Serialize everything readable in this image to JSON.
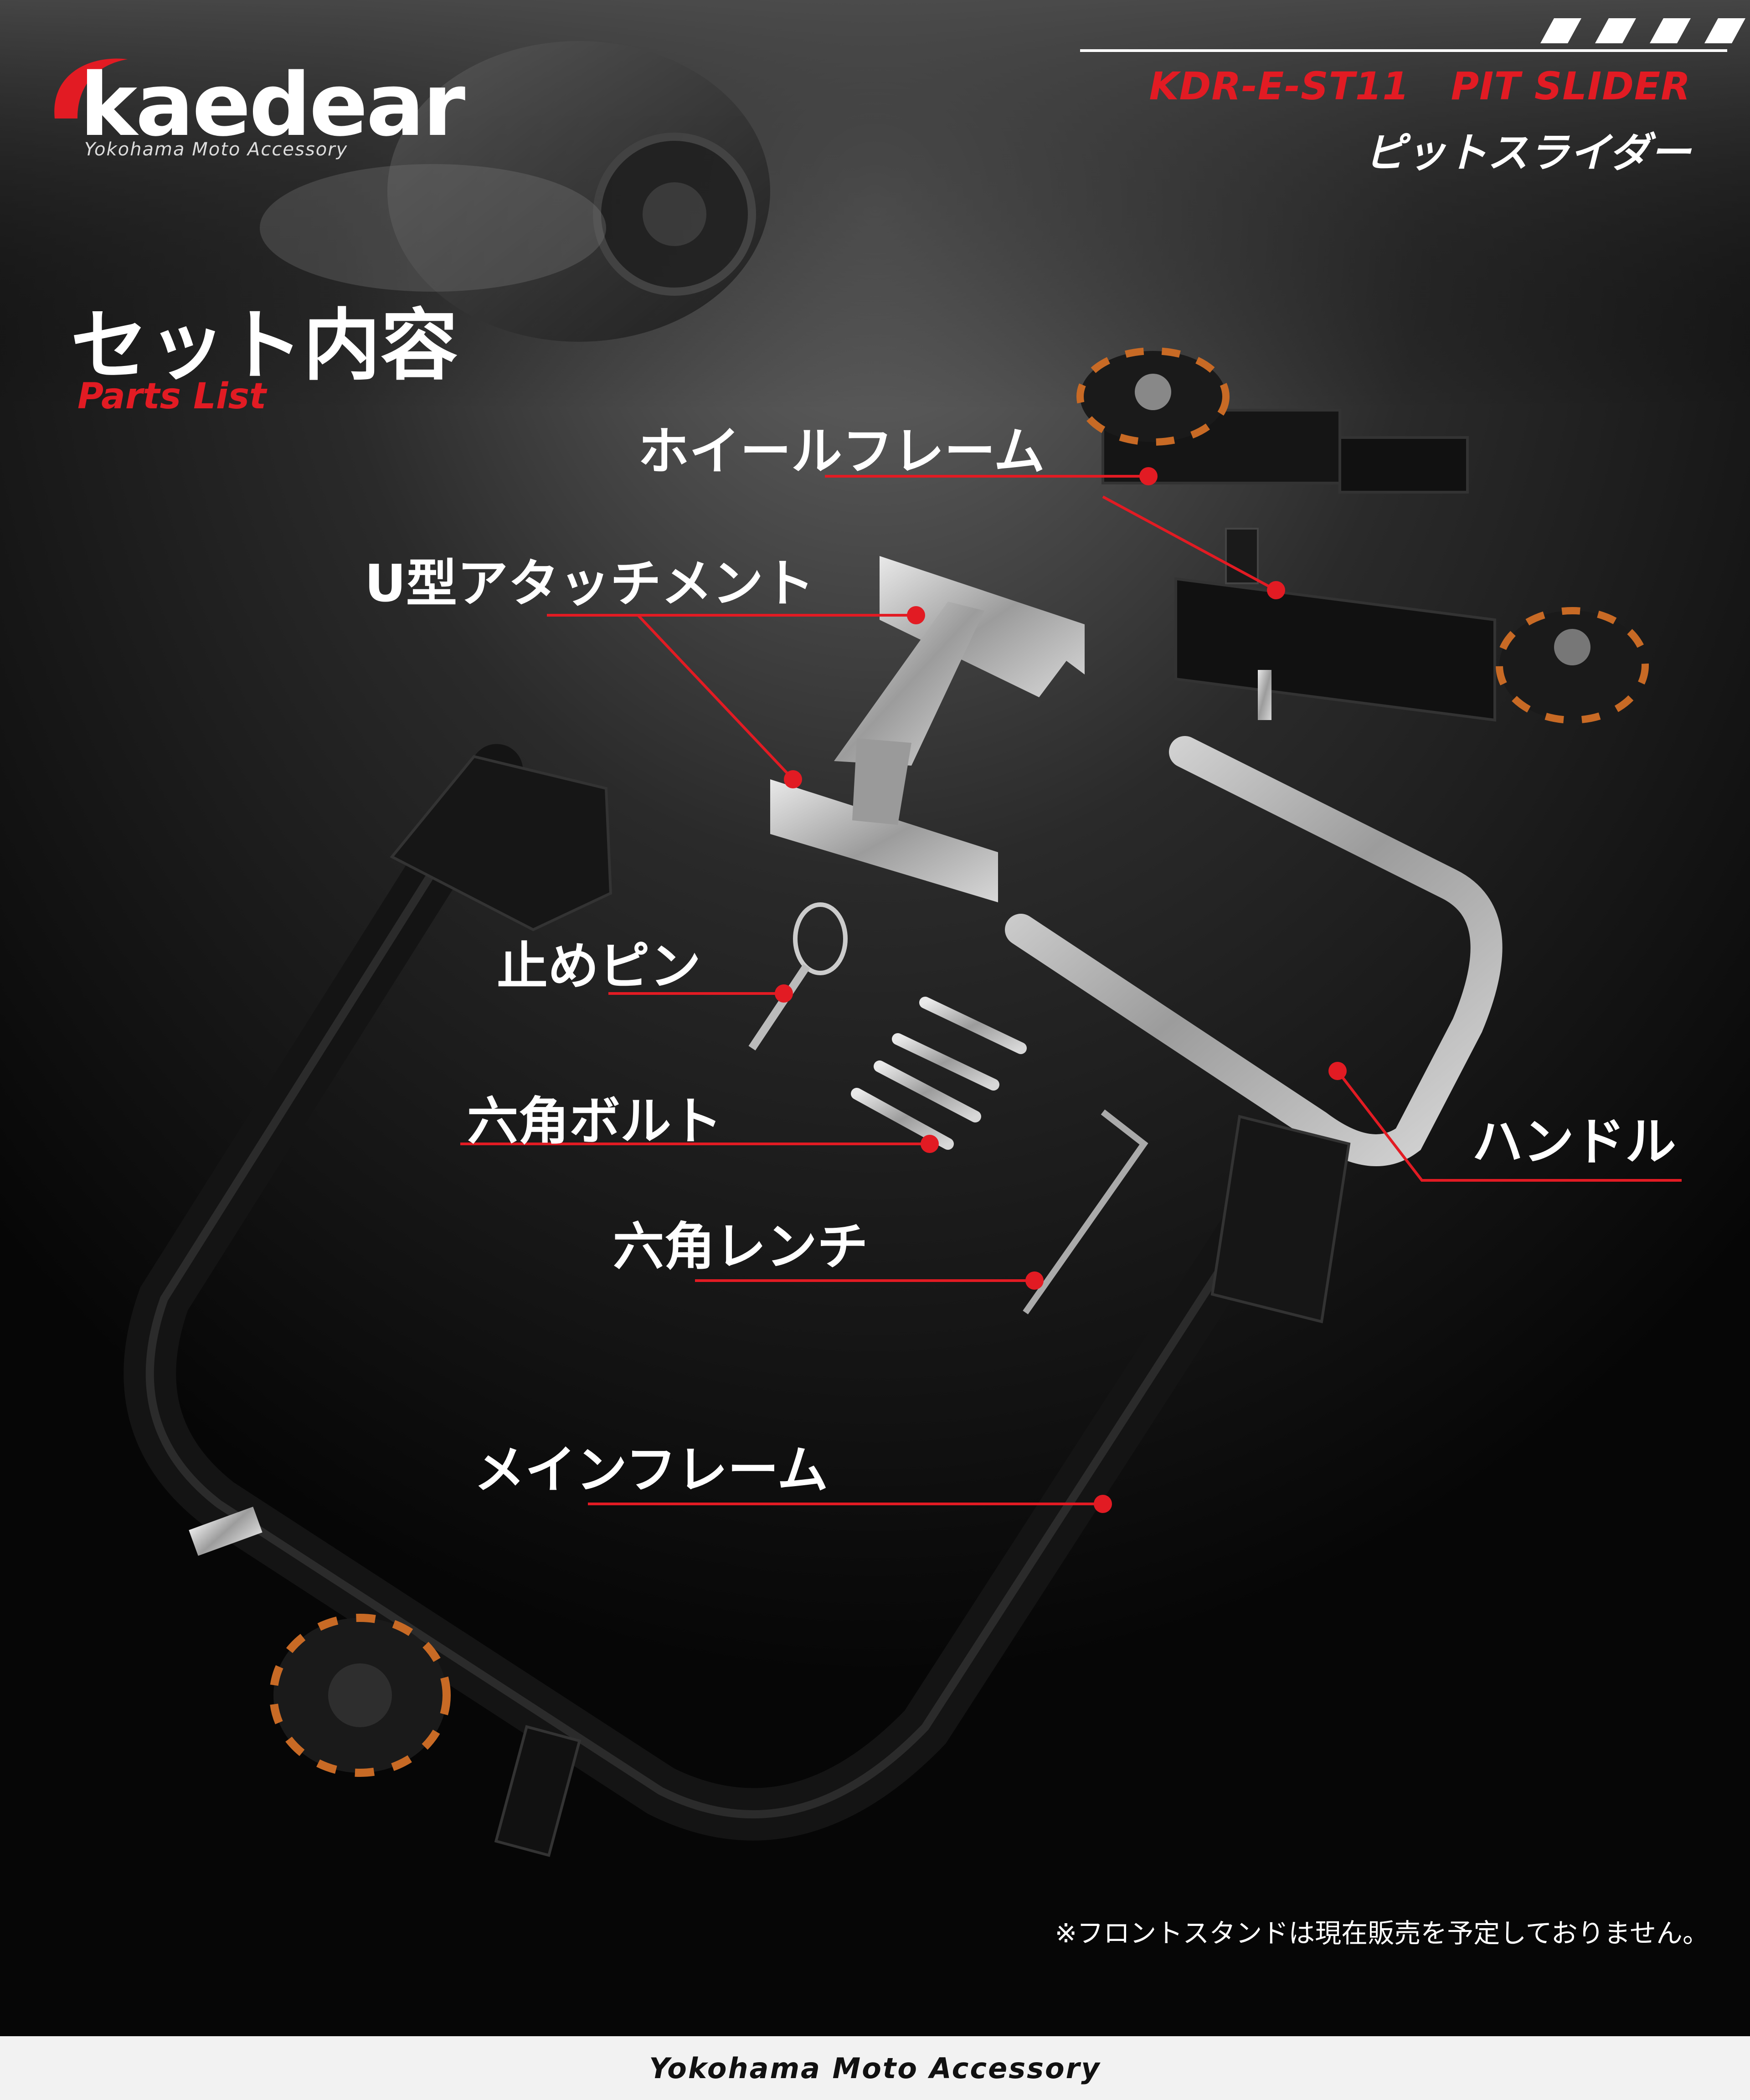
{
  "brand": {
    "logo_text": "kaedear",
    "tagline": "Yokohama Moto Accessory"
  },
  "product": {
    "code": "KDR-E-ST11   PIT SLIDER",
    "name_jp": "ピットスライダー"
  },
  "section": {
    "title": "セット内容",
    "subtitle": "Parts List"
  },
  "parts": {
    "wheel_frame": "ホイールフレーム",
    "u_attachment": "U型アタッチメント",
    "stop_pin": "止めピン",
    "hex_bolt": "六角ボルト",
    "hex_wrench": "六角レンチ",
    "main_frame": "メインフレーム",
    "handle": "ハンドル"
  },
  "note": "※フロントスタンドは現在販売を予定しておりません。",
  "footer": "Yokohama Moto Accessory",
  "colors": {
    "accent": "#e21b23",
    "background": "#0b0b0b",
    "footer_bg": "#f2f2f2"
  }
}
